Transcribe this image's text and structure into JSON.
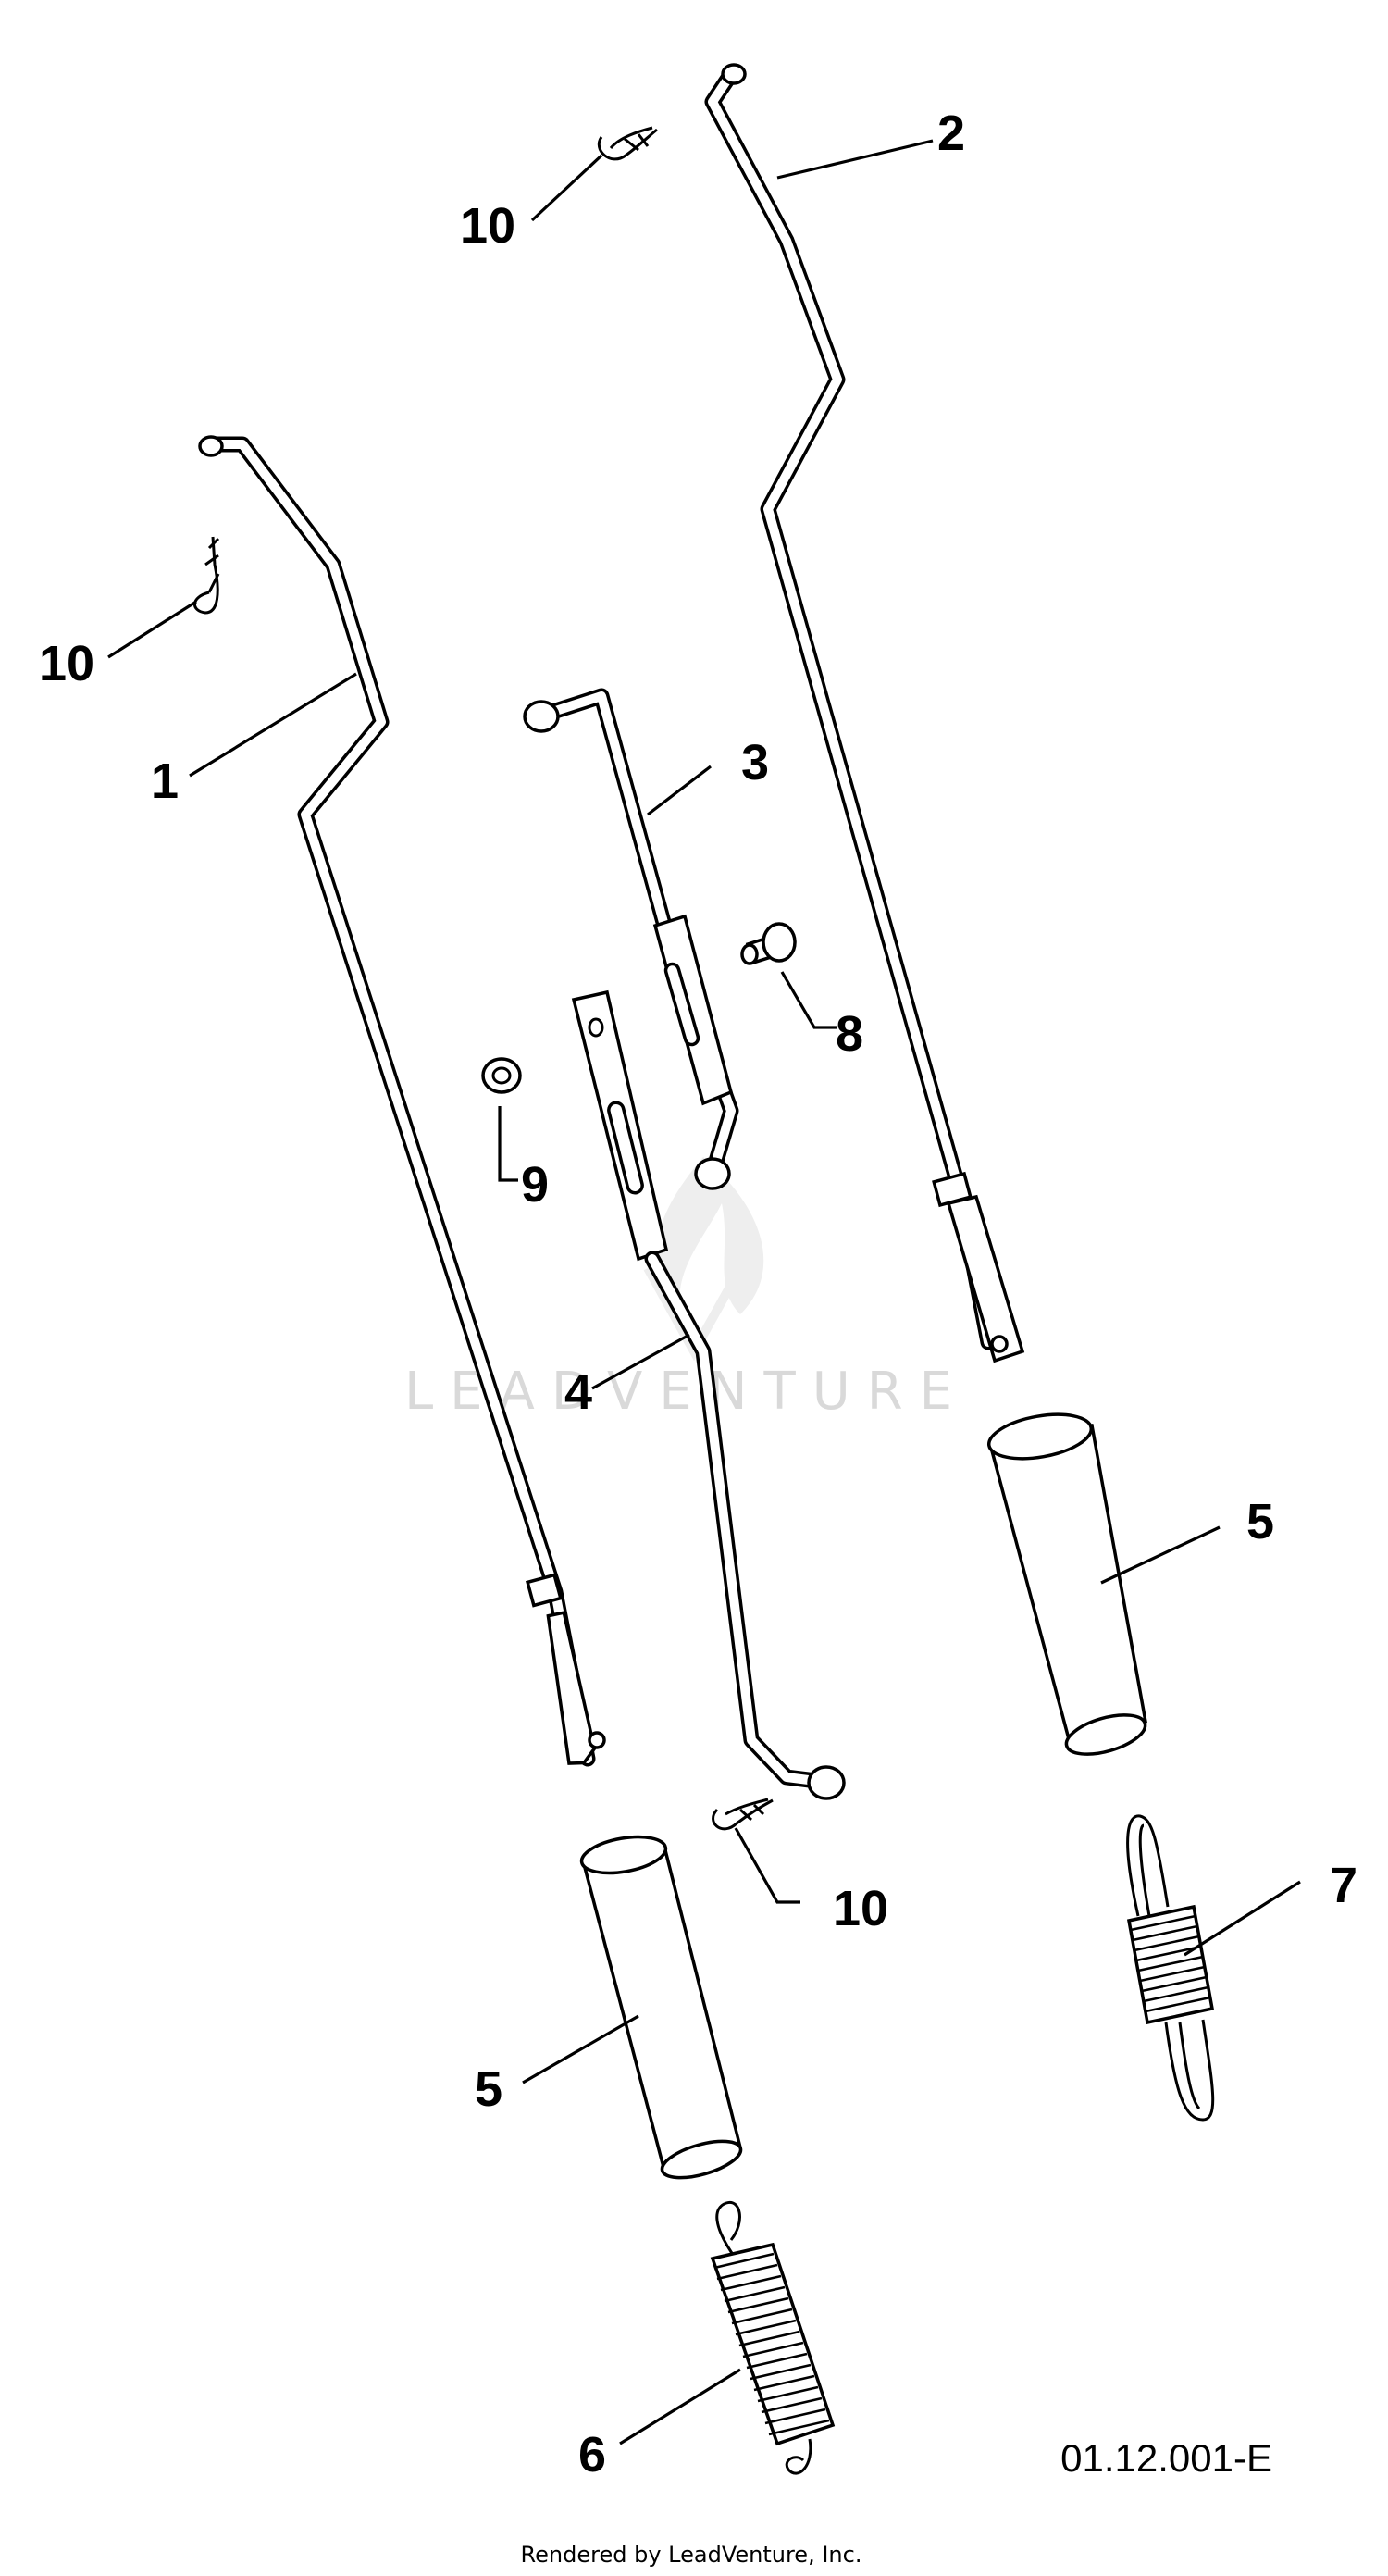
{
  "diagram": {
    "callouts": [
      {
        "id": "1",
        "label": "1"
      },
      {
        "id": "2",
        "label": "2"
      },
      {
        "id": "3",
        "label": "3"
      },
      {
        "id": "4",
        "label": "4"
      },
      {
        "id": "5a",
        "label": "5"
      },
      {
        "id": "5b",
        "label": "5"
      },
      {
        "id": "6",
        "label": "6"
      },
      {
        "id": "7",
        "label": "7"
      },
      {
        "id": "8",
        "label": "8"
      },
      {
        "id": "9",
        "label": "9"
      },
      {
        "id": "10a",
        "label": "10"
      },
      {
        "id": "10b",
        "label": "10"
      },
      {
        "id": "10c",
        "label": "10"
      }
    ],
    "diagram_code": "01.12.001-E",
    "credit": "Rendered by LeadVenture, Inc.",
    "watermark": "LEADVENTURE"
  }
}
